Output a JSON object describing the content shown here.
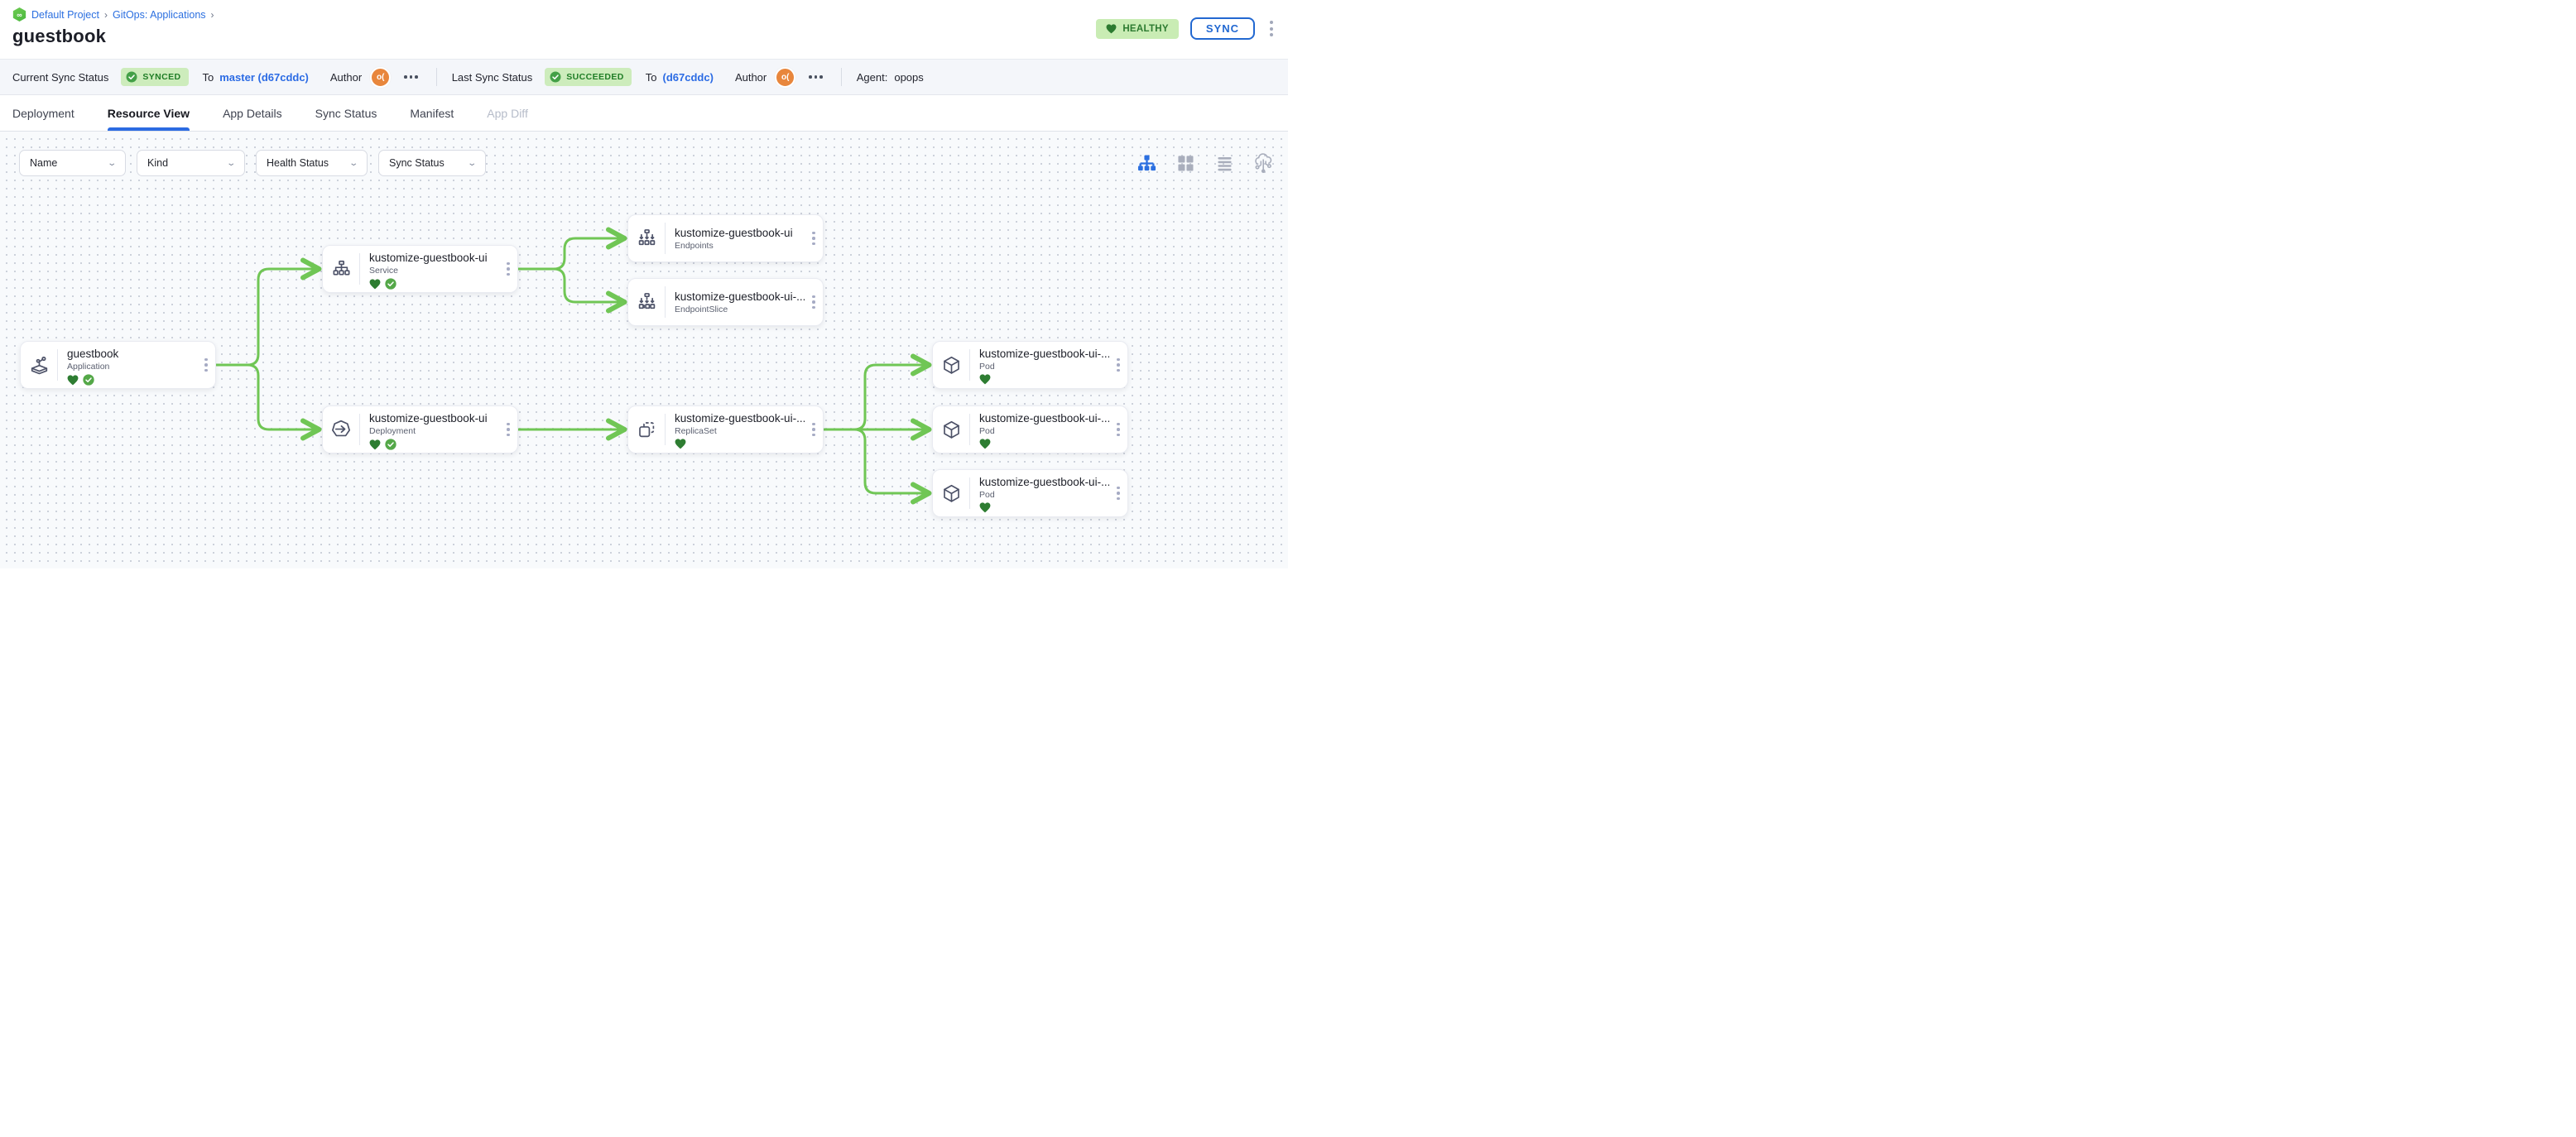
{
  "header": {
    "breadcrumb": {
      "logo": "gitops-logo",
      "items": [
        "Default Project",
        "GitOps: Applications"
      ],
      "separator": "›"
    },
    "title": "guestbook",
    "health_badge": "HEALTHY",
    "sync_button": "SYNC"
  },
  "status_bar": {
    "groups": [
      {
        "label": "Current Sync Status",
        "badge": "SYNCED",
        "to_label": "To",
        "target": "master (d67cddc)",
        "author_label": "Author",
        "avatar_text": "o(",
        "more": "more-menu"
      },
      {
        "label": "Last Sync Status",
        "badge": "SUCCEEDED",
        "to_label": "To",
        "target": "(d67cddc)",
        "author_label": "Author",
        "avatar_text": "o(",
        "more": "more-menu"
      }
    ],
    "agent_label": "Agent:",
    "agent_value": "opops"
  },
  "tabs": [
    {
      "label": "Deployment",
      "state": "default"
    },
    {
      "label": "Resource View",
      "state": "active"
    },
    {
      "label": "App Details",
      "state": "default"
    },
    {
      "label": "Sync Status",
      "state": "default"
    },
    {
      "label": "Manifest",
      "state": "default"
    },
    {
      "label": "App Diff",
      "state": "disabled"
    }
  ],
  "filters": [
    {
      "label": "Name"
    },
    {
      "label": "Kind"
    },
    {
      "label": "Health Status"
    },
    {
      "label": "Sync Status"
    }
  ],
  "view_toggles": [
    {
      "icon": "tree-view-icon",
      "active": true
    },
    {
      "icon": "grid-view-icon",
      "active": false
    },
    {
      "icon": "list-view-icon",
      "active": false
    },
    {
      "icon": "cluster-view-icon",
      "active": false
    }
  ],
  "graph": {
    "nodes": [
      {
        "id": "app",
        "title": "guestbook",
        "kind": "Application",
        "icon": "application-icon",
        "healthy": true,
        "synced": true
      },
      {
        "id": "svc",
        "title": "kustomize-guestbook-ui",
        "kind": "Service",
        "icon": "service-icon",
        "healthy": true,
        "synced": true
      },
      {
        "id": "ep",
        "title": "kustomize-guestbook-ui",
        "kind": "Endpoints",
        "icon": "endpoints-icon",
        "healthy": false,
        "synced": false
      },
      {
        "id": "eps",
        "title": "kustomize-guestbook-ui-...",
        "kind": "EndpointSlice",
        "icon": "endpointslice-icon",
        "healthy": false,
        "synced": false
      },
      {
        "id": "dep",
        "title": "kustomize-guestbook-ui",
        "kind": "Deployment",
        "icon": "deployment-icon",
        "healthy": true,
        "synced": true
      },
      {
        "id": "rs",
        "title": "kustomize-guestbook-ui-...",
        "kind": "ReplicaSet",
        "icon": "replicaset-icon",
        "healthy": true,
        "synced": false
      },
      {
        "id": "pod1",
        "title": "kustomize-guestbook-ui-...",
        "kind": "Pod",
        "icon": "pod-icon",
        "healthy": true,
        "synced": false
      },
      {
        "id": "pod2",
        "title": "kustomize-guestbook-ui-...",
        "kind": "Pod",
        "icon": "pod-icon",
        "healthy": true,
        "synced": false
      },
      {
        "id": "pod3",
        "title": "kustomize-guestbook-ui-...",
        "kind": "Pod",
        "icon": "pod-icon",
        "healthy": true,
        "synced": false
      }
    ],
    "edges": [
      {
        "from": "app",
        "to": "svc"
      },
      {
        "from": "app",
        "to": "dep"
      },
      {
        "from": "svc",
        "to": "ep"
      },
      {
        "from": "svc",
        "to": "eps"
      },
      {
        "from": "dep",
        "to": "rs"
      },
      {
        "from": "rs",
        "to": "pod1"
      },
      {
        "from": "rs",
        "to": "pod2"
      },
      {
        "from": "rs",
        "to": "pod3"
      }
    ]
  },
  "colors": {
    "accent_blue": "#2b6fe0",
    "edge_green": "#70c655",
    "health_heart_green": "#2e7d32",
    "sync_check_green": "#54a848",
    "status_badge_bg": "#cdecbc",
    "status_badge_text": "#1f7d26",
    "healthy_badge_bg": "#c9ecb4",
    "avatar_orange": "#e8863c"
  }
}
